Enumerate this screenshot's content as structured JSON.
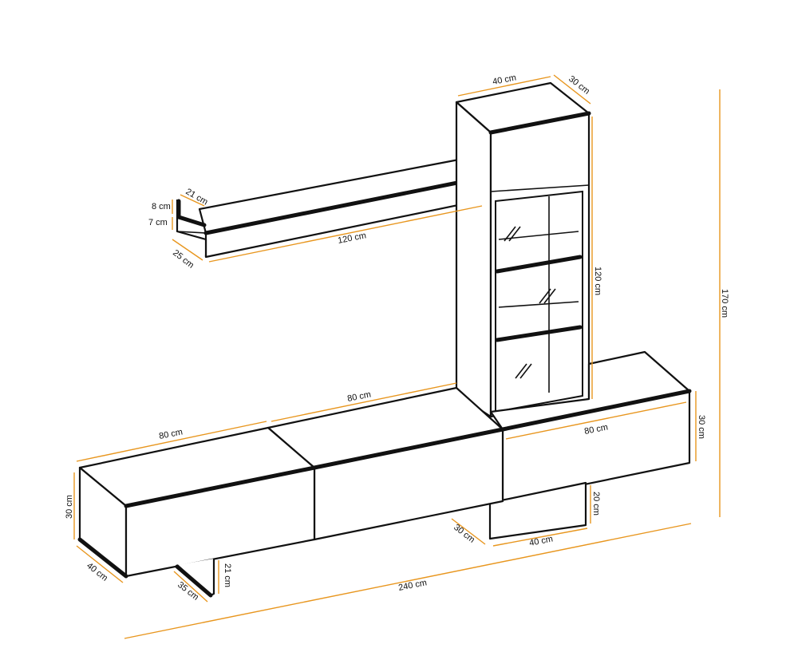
{
  "colors": {
    "dimension_line": "#e8961e",
    "outline": "#111111",
    "background": "#ffffff"
  },
  "dimensions": {
    "overall_width": "240 cm",
    "overall_height": "170 cm",
    "cabinet_left_width": "80 cm",
    "cabinet_left_height": "30 cm",
    "cabinet_left_depth": "40 cm",
    "leg_left_depth": "35 cm",
    "leg_left_height": "21 cm",
    "cabinet_middle_width": "80 cm",
    "cabinet_right_width": "80 cm",
    "cabinet_right_height": "30 cm",
    "leg_right_depth": "30 cm",
    "leg_right_width": "40 cm",
    "leg_right_height": "20 cm",
    "shelf_length": "120 cm",
    "shelf_depth": "25 cm",
    "shelf_top_depth": "21 cm",
    "shelf_lip_height": "8 cm",
    "shelf_base_height": "7 cm",
    "vitrine_width": "40 cm",
    "vitrine_depth": "30 cm",
    "vitrine_height": "120 cm"
  }
}
